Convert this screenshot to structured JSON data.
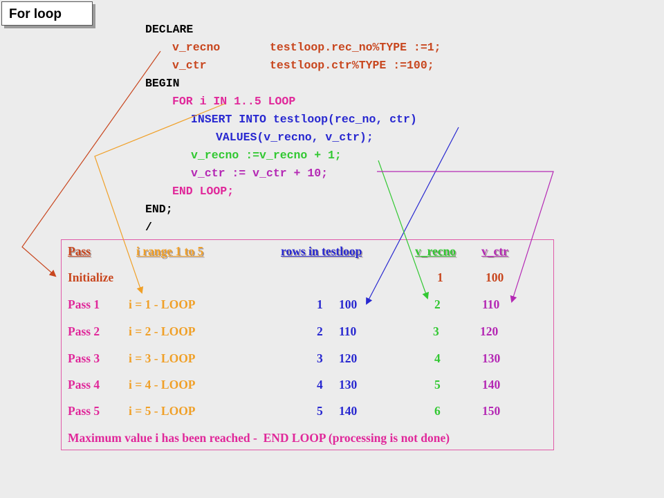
{
  "title": "For loop",
  "colors": {
    "black": "#000000",
    "orange_red": "#c8461e",
    "orange": "#f0a028",
    "magenta": "#e0289a",
    "blue": "#2828d0",
    "green": "#32c832",
    "purple": "#b428b4"
  },
  "code": {
    "declare": "DECLARE",
    "line_recno_var": "v_recno",
    "line_recno_type": "testloop.rec_no%TYPE :=1;",
    "line_ctr_var": "v_ctr",
    "line_ctr_type": "testloop.ctr%TYPE :=100;",
    "begin": "BEGIN",
    "for_loop": "FOR i IN 1..5 LOOP",
    "insert": "INSERT INTO testloop(rec_no, ctr)",
    "values": "VALUES(v_recno, v_ctr);",
    "recno_inc": "v_recno :=v_recno + 1;",
    "ctr_inc": "v_ctr := v_ctr + 10;",
    "end_loop": "END LOOP;",
    "end": "END;",
    "slash": "/"
  },
  "table": {
    "headers": [
      "Pass",
      "i range 1 to 5",
      "rows in testloop",
      "v_recno",
      "v_ctr"
    ],
    "initialize": {
      "label": "Initialize",
      "v_recno": "1",
      "v_ctr": "100"
    },
    "passes": [
      {
        "pass": "Pass 1",
        "i": "i = 1 - LOOP",
        "row_recno": "1",
        "row_ctr": "100",
        "v_recno": "2",
        "v_ctr": "110"
      },
      {
        "pass": "Pass 2",
        "i": "i = 2 - LOOP",
        "row_recno": "2",
        "row_ctr": "110",
        "v_recno": "3",
        "v_ctr": "120"
      },
      {
        "pass": "Pass 3",
        "i": "i = 3 - LOOP",
        "row_recno": "3",
        "row_ctr": "120",
        "v_recno": "4",
        "v_ctr": "130"
      },
      {
        "pass": "Pass 4",
        "i": "i = 4 - LOOP",
        "row_recno": "4",
        "row_ctr": "130",
        "v_recno": "5",
        "v_ctr": "140"
      },
      {
        "pass": "Pass 5",
        "i": "i = 5 - LOOP",
        "row_recno": "5",
        "row_ctr": "140",
        "v_recno": "6",
        "v_ctr": "150"
      }
    ],
    "footer": "Maximum value i has been reached -  END LOOP (processing is not done)"
  }
}
